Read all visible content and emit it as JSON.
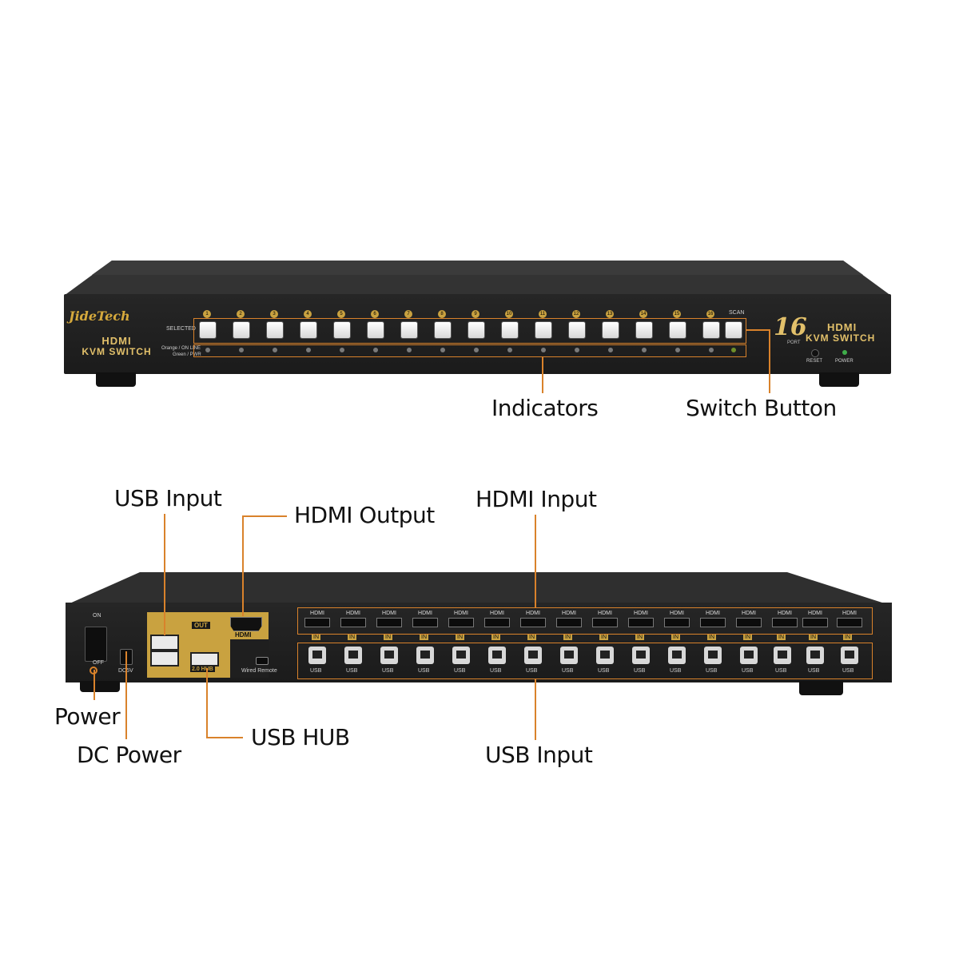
{
  "front": {
    "brand": "JideTech",
    "model_line1": "HDMI",
    "model_line2": "KVM SWITCH",
    "port_count": "16",
    "port_word": "PORT",
    "right_line1": "HDMI",
    "right_line2": "KVM SWITCH",
    "selected_label": "SELECTED",
    "led_legend_1": "Orange / ON LINE",
    "led_legend_2": "Green / PWR",
    "scan_label": "SCAN",
    "reset_label": "RESET",
    "power_label": "POWER",
    "port_numbers": [
      "1",
      "2",
      "3",
      "4",
      "5",
      "6",
      "7",
      "8",
      "9",
      "10",
      "11",
      "12",
      "13",
      "14",
      "15",
      "16"
    ]
  },
  "back": {
    "on_label": "ON",
    "off_label": "OFF",
    "dc_label": "DC5V",
    "out_label": "OUT",
    "hdmi_label": "HDMI",
    "hub_label": "2.0 HUB",
    "remote_label": "Wired Remote",
    "in_label": "IN",
    "hdmi_port_label": "HDMI",
    "usb_port_label": "USB"
  },
  "callouts": {
    "indicators": "Indicators",
    "switch_button": "Switch Button",
    "usb_input_top": "USB Input",
    "hdmi_output": "HDMI Output",
    "hdmi_input": "HDMI Input",
    "power": "Power",
    "dc_power": "DC Power",
    "usb_hub": "USB HUB",
    "usb_input_bottom": "USB Input"
  },
  "colors": {
    "accent_orange": "#d9822b",
    "gold": "#c9a240",
    "body": "#1e1e1e"
  }
}
